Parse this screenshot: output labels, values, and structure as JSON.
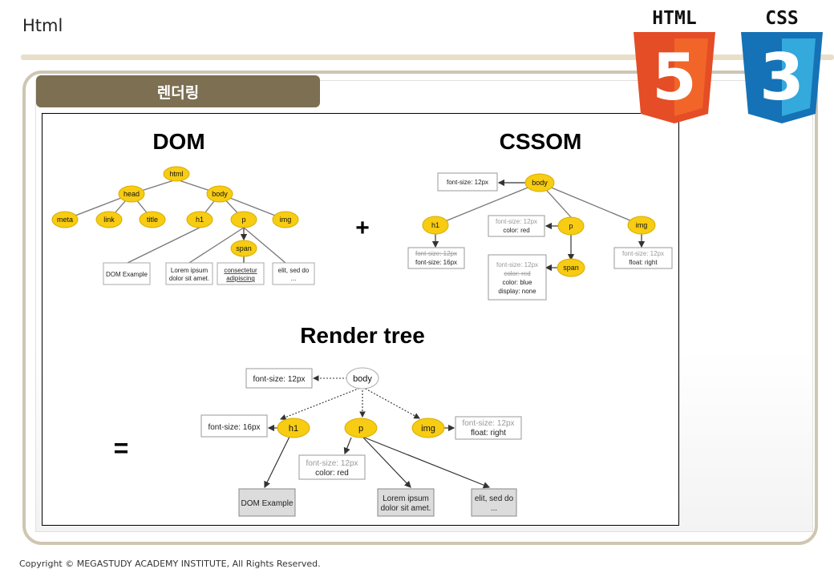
{
  "header": {
    "title": "Html"
  },
  "section": {
    "tab_label": "렌더링"
  },
  "logos": {
    "html_text": "HTML",
    "html_number": "5",
    "css_text": "CSS",
    "css_number": "3"
  },
  "footer": {
    "copyright": "Copyright © MEGASTUDY ACADEMY INSTITUTE, All Rights Reserved."
  },
  "diagram": {
    "dom": {
      "title": "DOM",
      "nodes": [
        "html",
        "head",
        "body",
        "meta",
        "link",
        "title",
        "h1",
        "p",
        "img",
        "span"
      ],
      "boxes": [
        {
          "lines": [
            "DOM Example"
          ]
        },
        {
          "lines": [
            "Lorem ipsum",
            "dolor sit amet."
          ]
        },
        {
          "lines": [
            "consectetur",
            "adipiscing"
          ]
        },
        {
          "lines": [
            "elit, sed do",
            "..."
          ]
        }
      ]
    },
    "plus": "+",
    "equals": "=",
    "cssom": {
      "title": "CSSOM",
      "nodes": [
        "body",
        "h1",
        "p",
        "img",
        "span"
      ],
      "body_style": "font-size: 12px",
      "h1_style": {
        "struck": "font-size: 12px",
        "active": "font-size: 16px"
      },
      "p_style": {
        "inherited": "font-size: 12px",
        "active": "color: red"
      },
      "img_style": {
        "inherited": "font-size: 12px",
        "active": "float: right"
      },
      "span_style": {
        "inherited": "font-size: 12px",
        "struck": "color: red",
        "active1": "color: blue",
        "active2": "display: none"
      }
    },
    "render": {
      "title": "Render tree",
      "nodes": [
        "body",
        "h1",
        "p",
        "img"
      ],
      "body_style": "font-size: 12px",
      "h1_style": "font-size: 16px",
      "p_style": {
        "inherited": "font-size: 12px",
        "active": "color: red"
      },
      "img_style": {
        "inherited": "font-size: 12px",
        "active": "float: right"
      },
      "leaves": [
        {
          "lines": [
            "DOM Example"
          ]
        },
        {
          "lines": [
            "Lorem ipsum",
            "dolor sit amet."
          ]
        },
        {
          "lines": [
            "elit, sed do",
            "..."
          ]
        }
      ]
    }
  }
}
